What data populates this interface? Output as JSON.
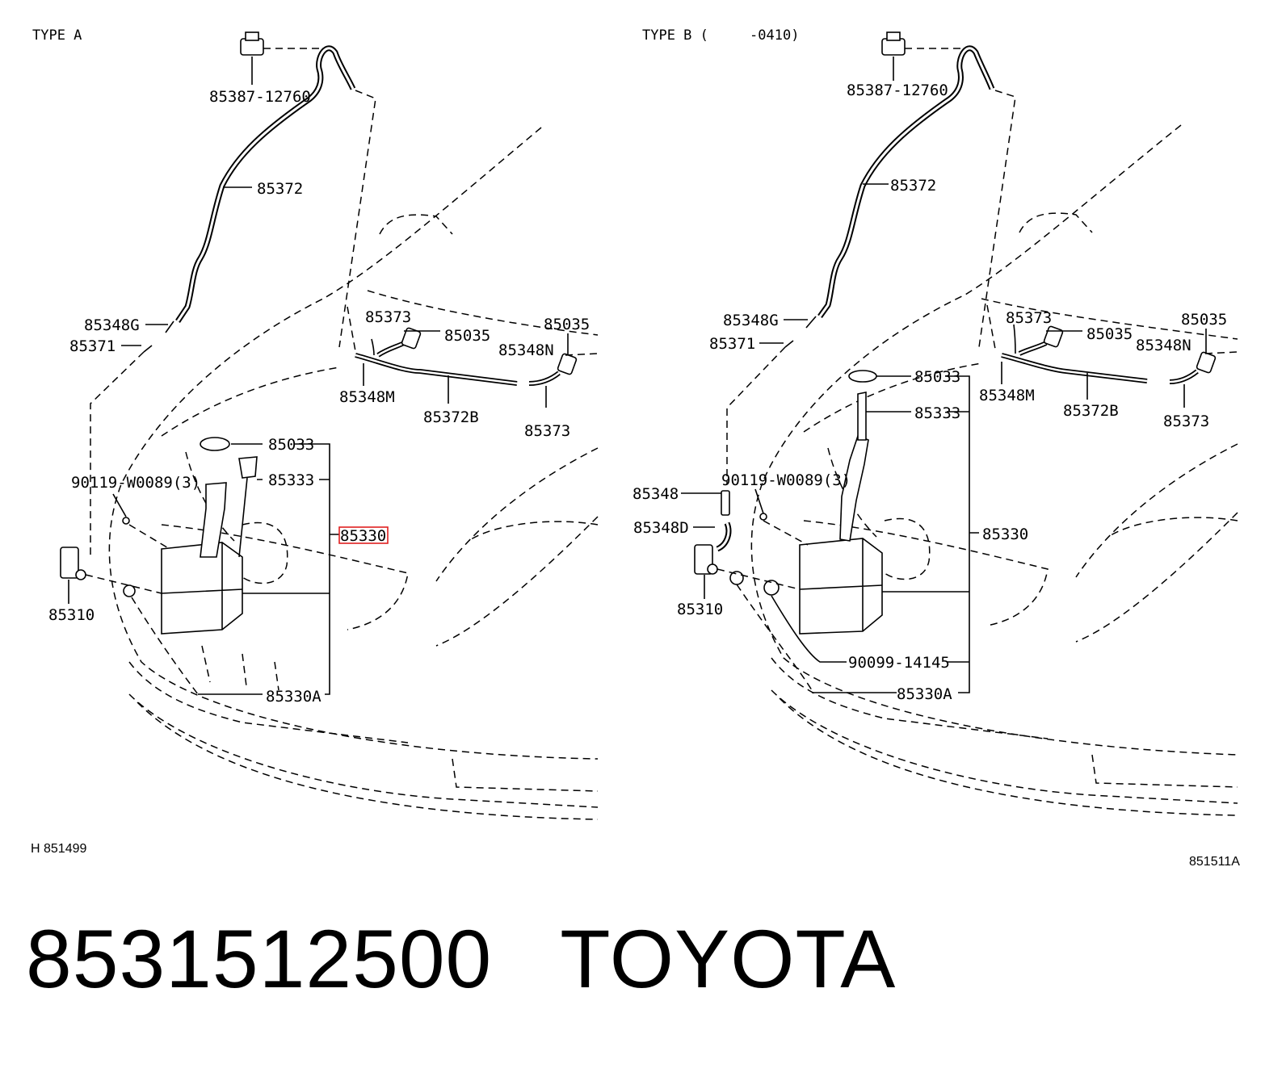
{
  "footer": {
    "part_number": "8531512500",
    "brand": "TOYOTA"
  },
  "highlight_color": "#e02020",
  "diagram_a": {
    "header": "TYPE A",
    "ref_code": "H 851499",
    "labels": {
      "nozzle_top": "85387-12760",
      "hose_main": "85372",
      "joint_g": "85348G",
      "hose_lower": "85371",
      "hose_right": "85373",
      "nozzle_left": "85035",
      "nozzle_right": "85035",
      "joint_n": "85348N",
      "joint_m": "85348M",
      "hose_b": "85372B",
      "hose_right_low": "85373",
      "gasket": "85033",
      "inlet": "85333",
      "screw": "90119-W0089(3)",
      "tank": "85330",
      "pump": "85310",
      "tank_sub": "85330A"
    }
  },
  "diagram_b": {
    "header": "TYPE B (     -0410)",
    "ref_code": "851511A",
    "labels": {
      "nozzle_top": "85387-12760",
      "hose_main": "85372",
      "joint_g": "85348G",
      "hose_lower": "85371",
      "hose_right": "85373",
      "nozzle_left": "85035",
      "nozzle_right": "85035",
      "joint_n": "85348N",
      "joint_m": "85348M",
      "hose_b": "85372B",
      "hose_right_low": "85373",
      "gasket": "85033",
      "inlet": "85333",
      "screw": "90119-W0089(3)",
      "joint": "85348",
      "joint_d": "85348D",
      "tank": "85330",
      "pump": "85310",
      "grommet": "90099-14145",
      "tank_sub": "85330A"
    }
  }
}
